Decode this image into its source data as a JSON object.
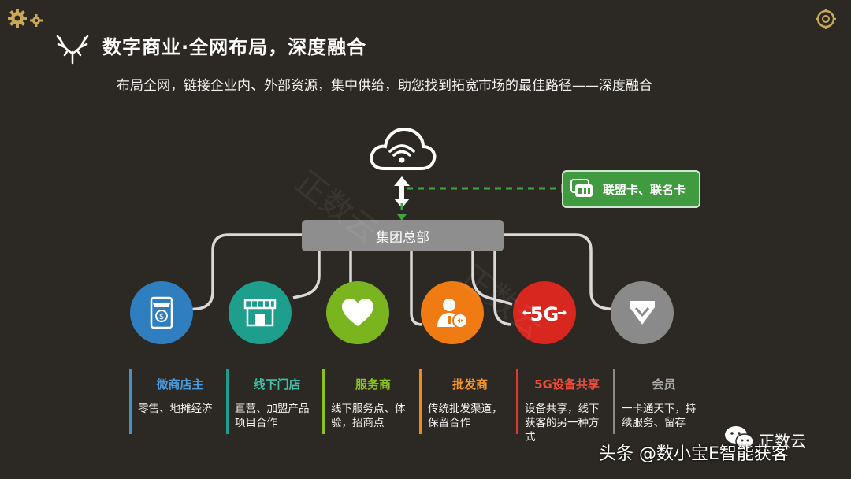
{
  "header": {
    "title": "数字商业·全网布局，深度融合",
    "subtitle": "布局全网，链接企业内、外部资源，集中供给，助您找到拓宽市场的最佳路径——深度融合"
  },
  "diagram": {
    "hq_label": "集团总部",
    "card_label": "联盟卡、联名卡",
    "nodes": [
      {
        "icon": "shop-phone-icon",
        "color": "#2f7fc0",
        "accent": "#4a90c2",
        "title": "微商店主",
        "title_color": "#4a9be0",
        "desc": "零售、地摊经济"
      },
      {
        "icon": "storefront-icon",
        "color": "#1e9e8c",
        "accent": "#1e9e8c",
        "title": "线下门店",
        "title_color": "#3ec1a8",
        "desc": "直营、加盟产品项目合作"
      },
      {
        "icon": "heart-icon",
        "color": "#7ab520",
        "accent": "#8cc21e",
        "title": "服务商",
        "title_color": "#8cc21e",
        "desc": "线下服务点、体验，招商点"
      },
      {
        "icon": "person-badge-icon",
        "color": "#f07b12",
        "accent": "#f08a1a",
        "title": "批发商",
        "title_color": "#f5962a",
        "desc": "传统批发渠道，保留合作"
      },
      {
        "icon": "5g-icon",
        "color": "#d7271e",
        "accent": "#e03a2c",
        "title": "5G设备共享",
        "title_color": "#f04a3a",
        "desc": "设备共享，线下获客的另一种方式"
      },
      {
        "icon": "diamond-icon",
        "color": "#8a8a8a",
        "accent": "#8a8a8a",
        "title": "会员",
        "title_color": "#a8a8a8",
        "desc": "一卡通天下，持续服务、留存"
      }
    ]
  },
  "watermark_text": "正数云",
  "footer": {
    "brand_text": "头条 @数小宝E智能获客",
    "wechat_name": "正数云"
  }
}
